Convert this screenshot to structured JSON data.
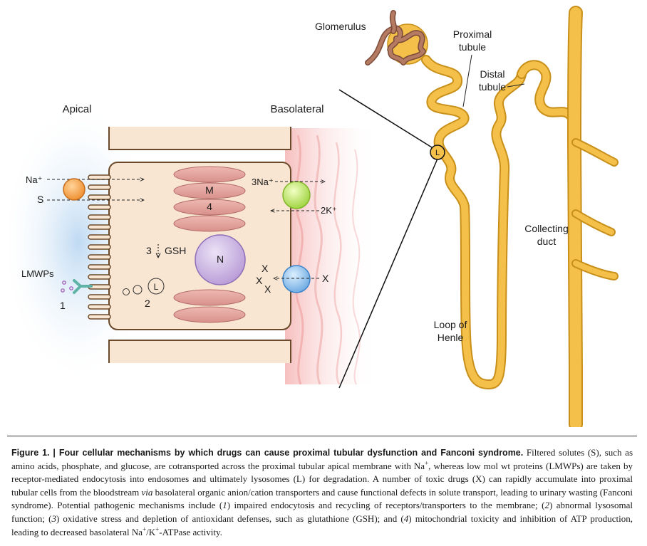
{
  "labels": {
    "apical": "Apical",
    "basolateral": "Basolateral",
    "na": "Na⁺",
    "s": "S",
    "three_na": "3Na⁺",
    "two_k": "2K⁺",
    "m": "M",
    "four": "4",
    "three": "3",
    "gsh": "GSH",
    "n": "N",
    "x": "X",
    "lmwps": "LMWPs",
    "one": "1",
    "two": "2",
    "l": "L",
    "glomerulus": "Glomerulus",
    "proximal_line1": "Proximal",
    "proximal_line2": "tubule",
    "distal_line1": "Distal",
    "distal_line2": "tubule",
    "collecting_line1": "Collecting",
    "collecting_line2": "duct",
    "loop_line1": "Loop of",
    "loop_line2": "Henle"
  },
  "caption": {
    "label": "Figure 1. | ",
    "title": "Four cellular mechanisms by which drugs can cause proximal tubular dysfunction and Fanconi syndrome.",
    "p1": " Filtered solutes (S), such as amino acids, phosphate, and glucose, are cotransported across the proximal tubular apical membrane with Na",
    "p1_sup": "+",
    "p2": ", whereas low mol wt proteins (LMWPs) are taken by receptor-mediated endocytosis into endosomes and ultimately lysosomes (L) for degradation. A number of toxic drugs (X) can rapidly accumulate into proximal tubular cells from the bloodstream ",
    "p2_italic": "via",
    "p3": " basolateral organic anion/cation transporters and cause functional defects in solute transport, leading to urinary wasting (Fanconi syndrome). Potential pathogenic mechanisms include (",
    "n1": "1",
    "p4": ") impaired endocytosis and recycling of receptors/transporters to the membrane; (",
    "n2": "2",
    "p5": ") abnormal lysosomal function; (",
    "n3": "3",
    "p6": ") oxidative stress and depletion of antioxidant defenses, such as glutathione (GSH); and (",
    "n4": "4",
    "p7": ") mitochondrial toxicity and inhibition of ATP production, leading to decreased basolateral Na",
    "p7_sup": "+",
    "p8": "/K",
    "p8_sup": "+",
    "p9": "-ATPase activity."
  },
  "colors": {
    "cell_fill": "#f8e6d2",
    "cell_border": "#6b4a2b",
    "mito": "#e8a7a2",
    "nucleus": "#c9b3e0",
    "tubule": "#f4c04a",
    "tubule_edge": "#c8901a",
    "glomerulus": "#a9705a",
    "orange_carrier": "#f5a04a",
    "green_carrier": "#c6e65a",
    "blue_carrier": "#5aa0e0",
    "apical_glow": "#cfe3f5",
    "baso_glow": "#f8cccc"
  }
}
